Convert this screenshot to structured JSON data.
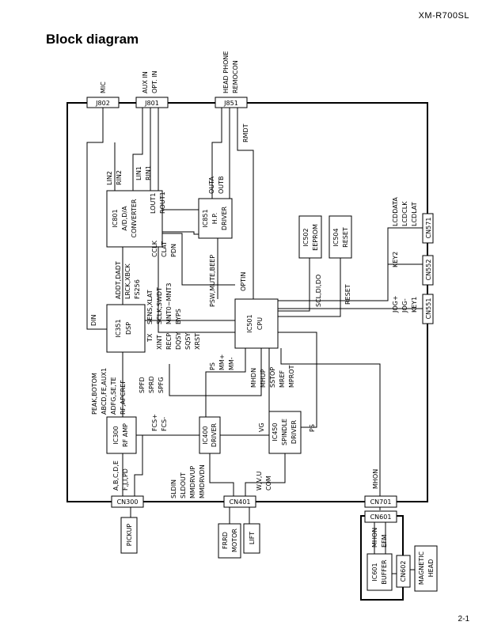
{
  "header": {
    "model": "XM-R700SL",
    "title": "Block diagram",
    "page": "2-1"
  },
  "jacks": {
    "mic": "MIC",
    "aux": [
      "AUX IN",
      "OPT. IN"
    ],
    "hp": [
      "HEAD PHONE",
      "REMOCON"
    ]
  },
  "connectors": {
    "j802": "J802",
    "j801": "J801",
    "j851": "J851",
    "cn571": "CN571",
    "cn552": "CN552",
    "cn551": "CN551",
    "cn300": "CN300",
    "cn401": "CN401",
    "cn701": "CN701",
    "cn601": "CN601",
    "cn602": "CN602"
  },
  "blocks": {
    "ic801": [
      "IC801",
      "A/D,D/A",
      "CONVERTER"
    ],
    "ic851": [
      "IC851",
      "H.P.",
      "DRIVER"
    ],
    "ic502": [
      "IC502",
      "EEPROM"
    ],
    "ic504": [
      "IC504",
      "RESET"
    ],
    "ic351": [
      "IC351",
      "DSP"
    ],
    "ic501": [
      "IC501",
      "CPU"
    ],
    "ic300": [
      "IC300",
      "RF AMP"
    ],
    "ic400": [
      "IC400",
      "DRIVER"
    ],
    "ic450": [
      "IC450",
      "SPINDLE",
      "DRIVER"
    ],
    "ic601": [
      "IC601",
      "BUFFER"
    ],
    "pickup": "PICKUP",
    "frrd": [
      "FRRD",
      "MOTOR"
    ],
    "lift": "LIFT",
    "maghead": [
      "MAGNETIC",
      "HEAD"
    ]
  },
  "signals": {
    "rmdt": "RMDT",
    "lin2": [
      "LIN2",
      "RIN2"
    ],
    "lin1": [
      "LIN1",
      "RIN1"
    ],
    "lout1": [
      "LOUT1",
      "ROUT1"
    ],
    "outa": [
      "OUTA",
      "OUTB"
    ],
    "lcd": [
      "LCDDATA",
      "LCDCLK",
      "LCDLAT"
    ],
    "key2": "KEY2",
    "jog": [
      "JOG+",
      "JOG-",
      "KEY1"
    ],
    "addt": [
      "ADDT,DADT",
      "LRCK,XBCK",
      "FS256"
    ],
    "cclk": [
      "CCLK",
      "CLAT",
      "PDN"
    ],
    "psw": "PSW,MUTE,BEEP",
    "optin": "OPTIN",
    "scl": "SCL,DI,DO",
    "reset": "RESET",
    "din": "DIN",
    "sens": [
      "SENS,XLAT",
      "SCLK,SWDT",
      "MNT0~MNT3",
      "BYPS"
    ],
    "tx": [
      "TX",
      "XINT",
      "RECP",
      "DQSY",
      "SQSY",
      "XRST"
    ],
    "ps_mm": [
      "PS",
      "MM+",
      "MM-"
    ],
    "mhdn": [
      "MHDN",
      "MHUP",
      "SSTOP",
      "MREF",
      "MPROT"
    ],
    "peak": [
      "PEAK,BOTOM",
      "ABCD,FE,AUX1",
      "ADFG,SE,TE",
      "RF,APCREF"
    ],
    "spfd": [
      "SPFD",
      "SPRD",
      "SPFG"
    ],
    "fcs": [
      "FCS+",
      "FCS-"
    ],
    "vg": "VG",
    "ps": "PS",
    "abcde": [
      "A,B,C,D,E",
      "F,J,I,PD"
    ],
    "sldin": [
      "SLDIN",
      "SLDOUT",
      "MMDRVUP",
      "MMDRVDN"
    ],
    "wvu": [
      "W,V,U",
      "COM"
    ],
    "mhon": "MHON",
    "mhon_efm": [
      "MHON",
      "EFM"
    ]
  }
}
